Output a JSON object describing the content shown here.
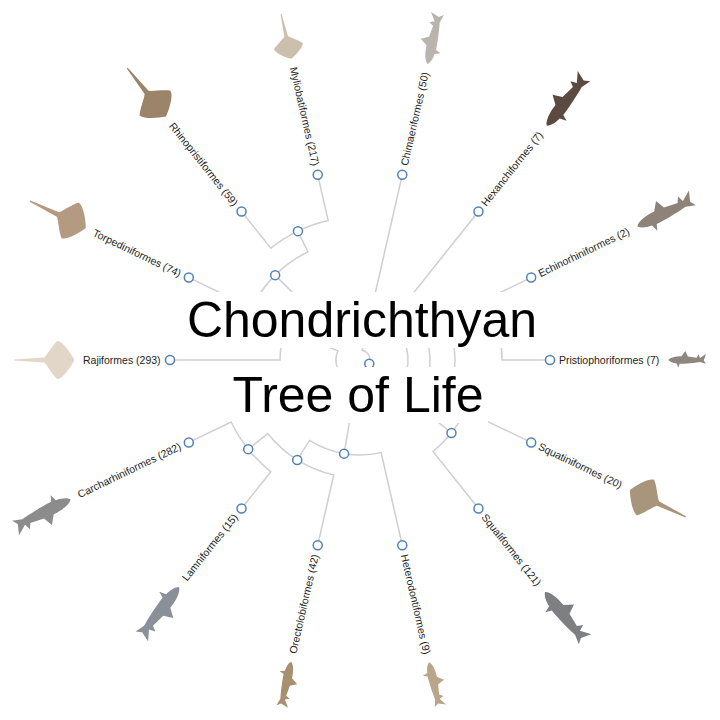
{
  "diagram": {
    "title": "Chondrichthyan Tree of Life",
    "nodes": [
      {
        "text": [
          "Chimaeriformes (50)"
        ]
      },
      {
        "text": [
          "Hexanchiformes (7)"
        ]
      },
      {
        "text": [
          "Echinorhiniformes (2)"
        ]
      },
      {
        "text": [
          "Pristiophoriformes (7)"
        ]
      },
      {
        "text": [
          "Squatiniformes (20)"
        ]
      },
      {
        "text": [
          "Squaliformes (121)"
        ]
      },
      {
        "text": [
          "Heterodontiformes (9)"
        ]
      },
      {
        "text": [
          "Orectolobiformes (42)"
        ]
      },
      {
        "text": [
          "Lamniformes (15)"
        ]
      },
      {
        "text": [
          "Carcharhiniformes (282)"
        ]
      },
      {
        "text": [
          "Rajiformes (293)"
        ]
      },
      {
        "text": [
          "Torpediniformes (74)"
        ]
      },
      {
        "text": [
          "Rhinopristiformes (59)"
        ]
      },
      {
        "text": [
          "Myliobatiformes (217)"
        ]
      }
    ]
  }
}
